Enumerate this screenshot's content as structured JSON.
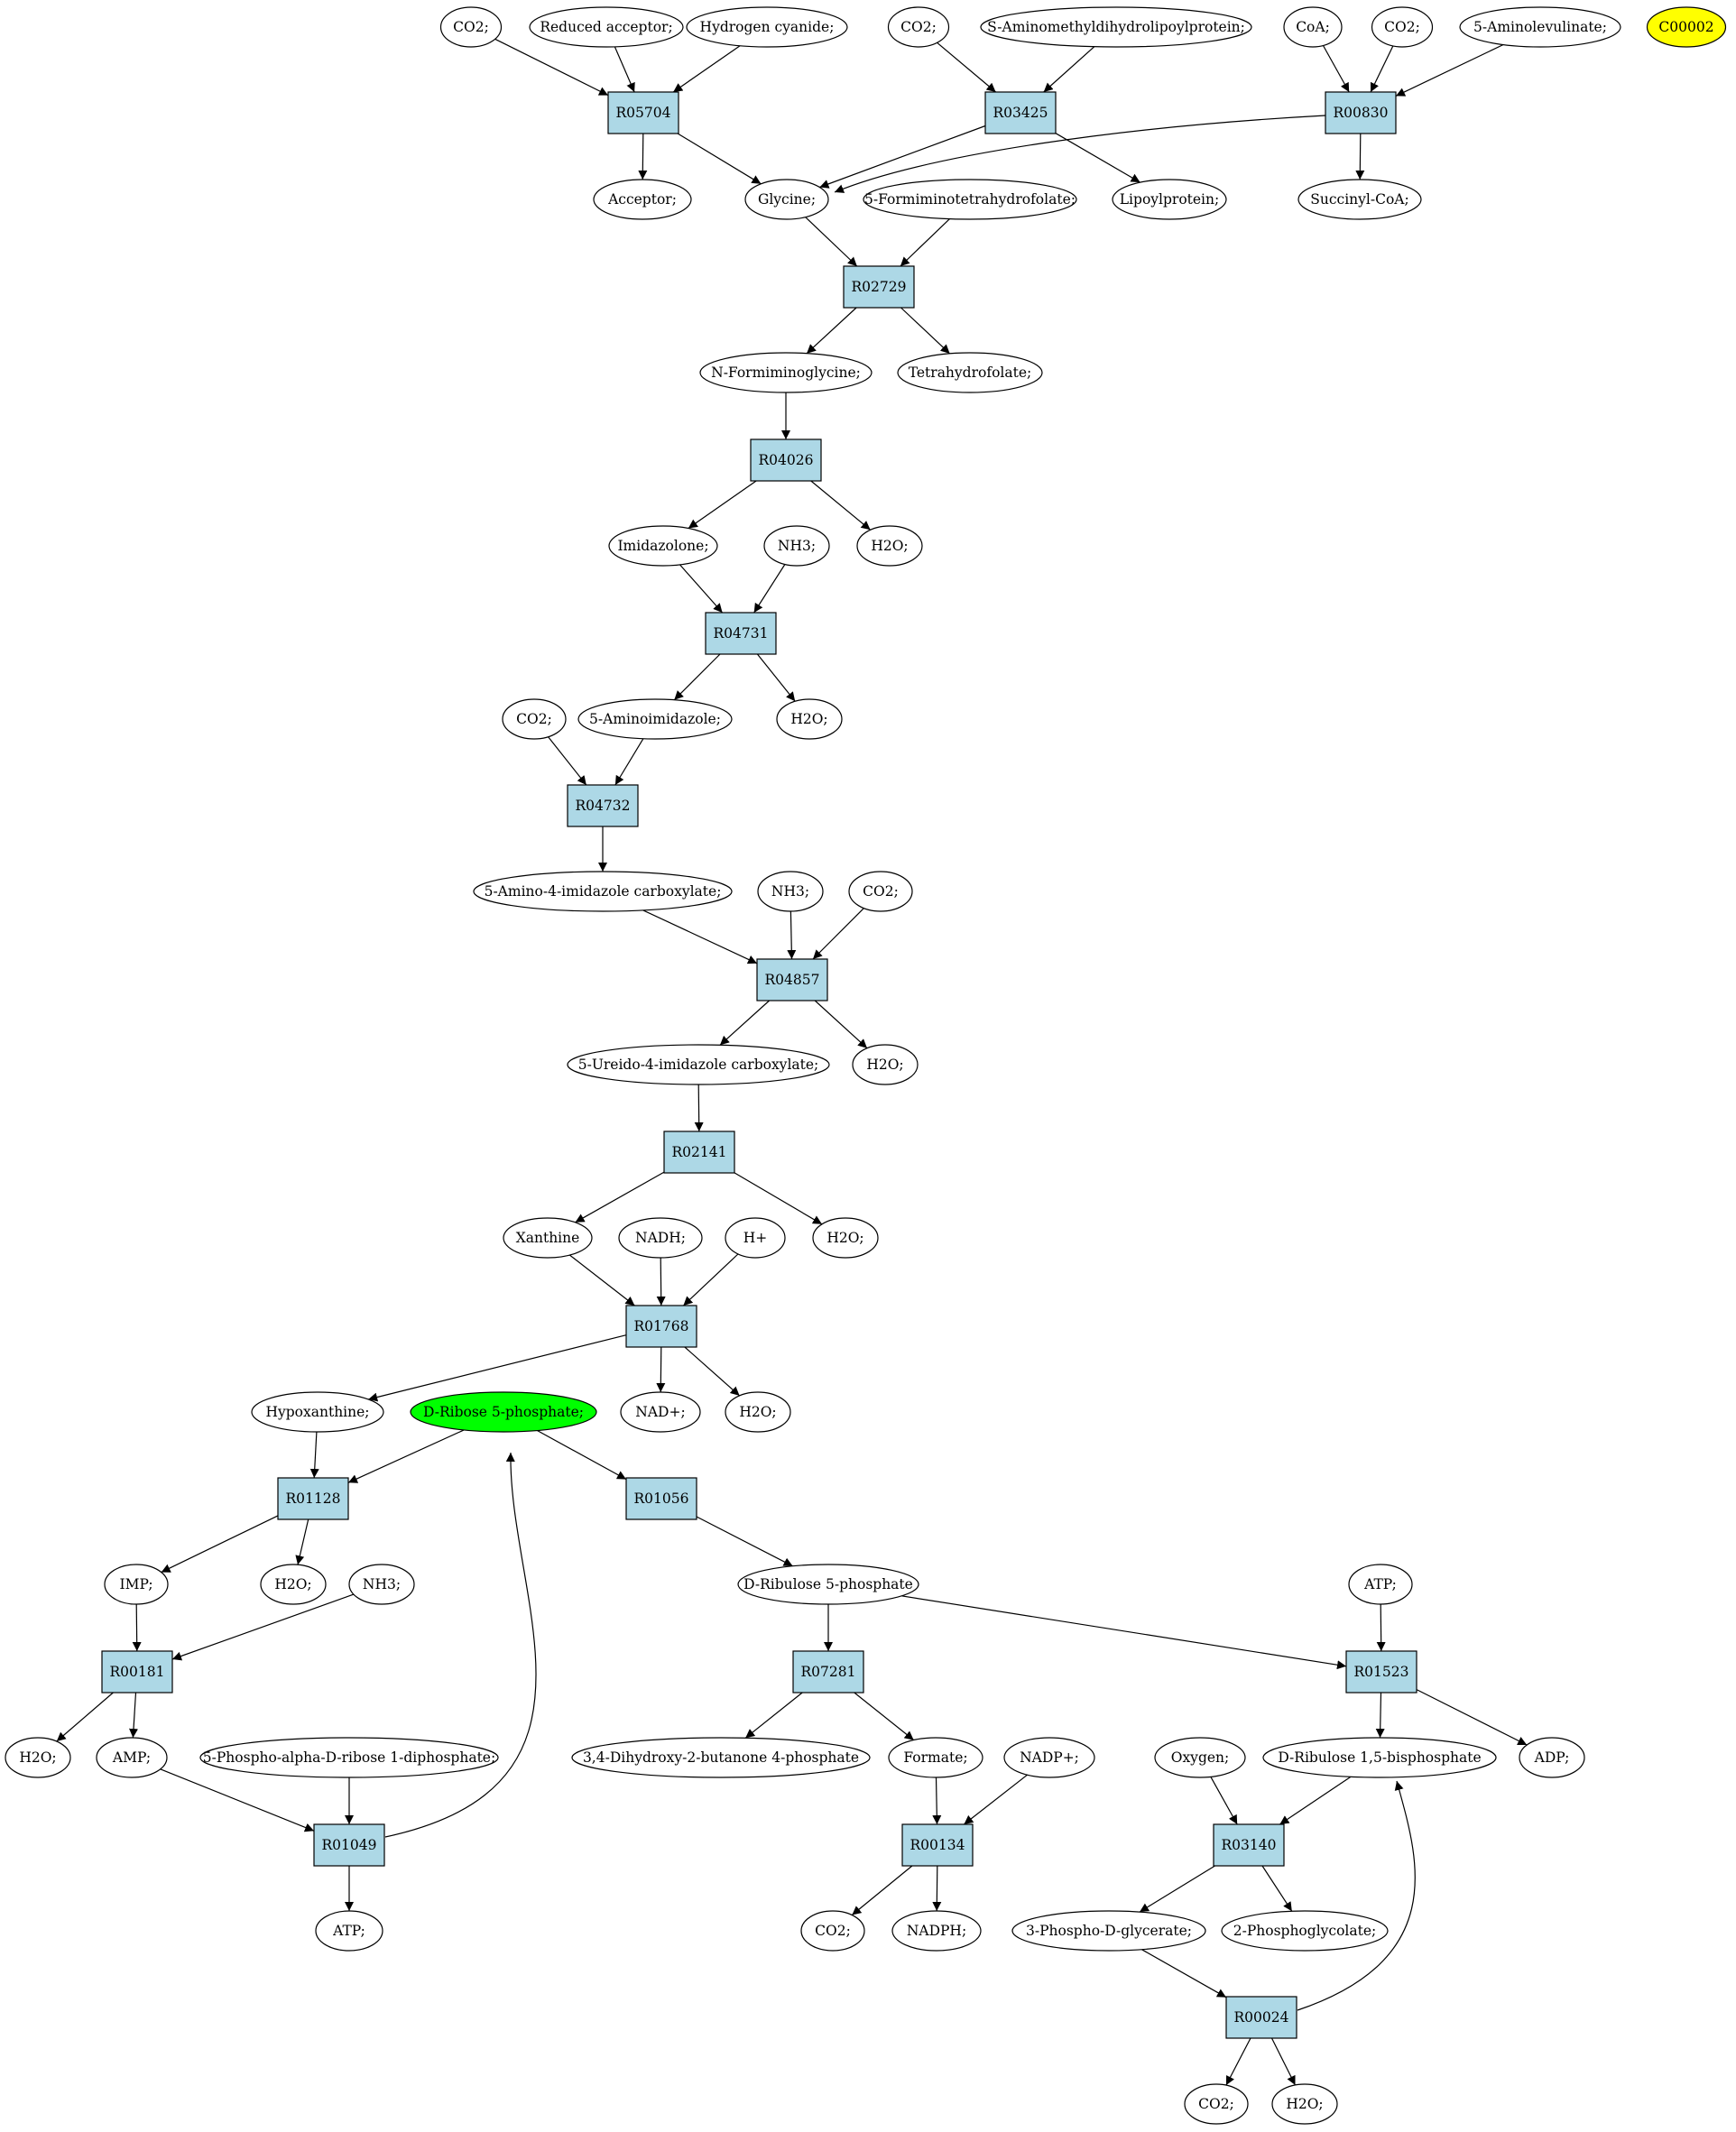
{
  "colors": {
    "reaction_fill": "#add8e6",
    "compound_fill": "#ffffff",
    "highlight_start": "#00ff00",
    "highlight_target": "#ffff00",
    "stroke": "#000000"
  },
  "reactions": [
    {
      "id": "R05704",
      "label": "R05704"
    },
    {
      "id": "R03425",
      "label": "R03425"
    },
    {
      "id": "R00830",
      "label": "R00830"
    },
    {
      "id": "R02729",
      "label": "R02729"
    },
    {
      "id": "R04026",
      "label": "R04026"
    },
    {
      "id": "R04731",
      "label": "R04731"
    },
    {
      "id": "R04732",
      "label": "R04732"
    },
    {
      "id": "R04857",
      "label": "R04857"
    },
    {
      "id": "R02141",
      "label": "R02141"
    },
    {
      "id": "R01768",
      "label": "R01768"
    },
    {
      "id": "R01128",
      "label": "R01128"
    },
    {
      "id": "R01056",
      "label": "R01056"
    },
    {
      "id": "R00181",
      "label": "R00181"
    },
    {
      "id": "R07281",
      "label": "R07281"
    },
    {
      "id": "R01523",
      "label": "R01523"
    },
    {
      "id": "R01049",
      "label": "R01049"
    },
    {
      "id": "R00134",
      "label": "R00134"
    },
    {
      "id": "R03140",
      "label": "R03140"
    },
    {
      "id": "R00024",
      "label": "R00024"
    }
  ],
  "compounds": [
    {
      "id": "c_co2_a",
      "label": "CO2;"
    },
    {
      "id": "c_reduced_acceptor",
      "label": "Reduced acceptor;"
    },
    {
      "id": "c_hcn",
      "label": "Hydrogen cyanide;"
    },
    {
      "id": "c_co2_b",
      "label": "CO2;"
    },
    {
      "id": "c_s_aminomethyl",
      "label": "S-Aminomethyldihydrolipoylprotein;"
    },
    {
      "id": "c_coa",
      "label": "CoA;"
    },
    {
      "id": "c_co2_c",
      "label": "CO2;"
    },
    {
      "id": "c_5_aminolevulinate",
      "label": "5-Aminolevulinate;"
    },
    {
      "id": "c_c00002",
      "label": "C00002",
      "highlight": "target"
    },
    {
      "id": "c_acceptor",
      "label": "Acceptor;"
    },
    {
      "id": "c_glycine",
      "label": "Glycine;"
    },
    {
      "id": "c_5_formiminothf",
      "label": "5-Formiminotetrahydrofolate;"
    },
    {
      "id": "c_lipoylprotein",
      "label": "Lipoylprotein;"
    },
    {
      "id": "c_succinyl_coa",
      "label": "Succinyl-CoA;"
    },
    {
      "id": "c_n_formiminoglycine",
      "label": "N-Formiminoglycine;"
    },
    {
      "id": "c_thf",
      "label": "Tetrahydrofolate;"
    },
    {
      "id": "c_imidazolone",
      "label": "Imidazolone;"
    },
    {
      "id": "c_nh3_a",
      "label": "NH3;"
    },
    {
      "id": "c_h2o_a",
      "label": "H2O;"
    },
    {
      "id": "c_co2_d",
      "label": "CO2;"
    },
    {
      "id": "c_5_aminoimidazole",
      "label": "5-Aminoimidazole;"
    },
    {
      "id": "c_h2o_b",
      "label": "H2O;"
    },
    {
      "id": "c_5_amino_4_imidazole",
      "label": "5-Amino-4-imidazole carboxylate;"
    },
    {
      "id": "c_nh3_b",
      "label": "NH3;"
    },
    {
      "id": "c_co2_e",
      "label": "CO2;"
    },
    {
      "id": "c_5_ureido",
      "label": "5-Ureido-4-imidazole carboxylate;"
    },
    {
      "id": "c_h2o_c",
      "label": "H2O;"
    },
    {
      "id": "c_xanthine",
      "label": "Xanthine"
    },
    {
      "id": "c_nadh",
      "label": "NADH;"
    },
    {
      "id": "c_hplus",
      "label": "H+"
    },
    {
      "id": "c_h2o_d",
      "label": "H2O;"
    },
    {
      "id": "c_hypoxanthine",
      "label": "Hypoxanthine;"
    },
    {
      "id": "c_ribose5p",
      "label": "D-Ribose 5-phosphate;",
      "highlight": "start"
    },
    {
      "id": "c_nadplus_a",
      "label": "NAD+;"
    },
    {
      "id": "c_h2o_e",
      "label": "H2O;"
    },
    {
      "id": "c_imp",
      "label": "IMP;"
    },
    {
      "id": "c_h2o_f",
      "label": "H2O;"
    },
    {
      "id": "c_nh3_c",
      "label": "NH3;"
    },
    {
      "id": "c_ribulose5p",
      "label": "D-Ribulose 5-phosphate"
    },
    {
      "id": "c_atp_a",
      "label": "ATP;"
    },
    {
      "id": "c_h2o_g",
      "label": "H2O;"
    },
    {
      "id": "c_amp",
      "label": "AMP;"
    },
    {
      "id": "c_prpp",
      "label": "5-Phospho-alpha-D-ribose 1-diphosphate;"
    },
    {
      "id": "c_dhbp",
      "label": "3,4-Dihydroxy-2-butanone 4-phosphate"
    },
    {
      "id": "c_formate",
      "label": "Formate;"
    },
    {
      "id": "c_nadpplus",
      "label": "NADP+;"
    },
    {
      "id": "c_oxygen",
      "label": "Oxygen;"
    },
    {
      "id": "c_rubp",
      "label": "D-Ribulose 1,5-bisphosphate"
    },
    {
      "id": "c_adp",
      "label": "ADP;"
    },
    {
      "id": "c_atp_b",
      "label": "ATP;"
    },
    {
      "id": "c_co2_f",
      "label": "CO2;"
    },
    {
      "id": "c_nadph",
      "label": "NADPH;"
    },
    {
      "id": "c_3pg",
      "label": "3-Phospho-D-glycerate;"
    },
    {
      "id": "c_2pglycolate",
      "label": "2-Phosphoglycolate;"
    },
    {
      "id": "c_co2_g",
      "label": "CO2;"
    },
    {
      "id": "c_h2o_h",
      "label": "H2O;"
    }
  ],
  "edges": [
    [
      "c_co2_a",
      "R05704"
    ],
    [
      "c_reduced_acceptor",
      "R05704"
    ],
    [
      "c_hcn",
      "R05704"
    ],
    [
      "R05704",
      "c_acceptor"
    ],
    [
      "R05704",
      "c_glycine"
    ],
    [
      "c_co2_b",
      "R03425"
    ],
    [
      "c_s_aminomethyl",
      "R03425"
    ],
    [
      "R03425",
      "c_glycine"
    ],
    [
      "R03425",
      "c_lipoylprotein"
    ],
    [
      "c_coa",
      "R00830"
    ],
    [
      "c_co2_c",
      "R00830"
    ],
    [
      "c_5_aminolevulinate",
      "R00830"
    ],
    [
      "R00830",
      "c_glycine"
    ],
    [
      "R00830",
      "c_succinyl_coa"
    ],
    [
      "c_glycine",
      "R02729"
    ],
    [
      "c_5_formiminothf",
      "R02729"
    ],
    [
      "R02729",
      "c_n_formiminoglycine"
    ],
    [
      "R02729",
      "c_thf"
    ],
    [
      "c_n_formiminoglycine",
      "R04026"
    ],
    [
      "R04026",
      "c_imidazolone"
    ],
    [
      "R04026",
      "c_h2o_a"
    ],
    [
      "c_imidazolone",
      "R04731"
    ],
    [
      "c_nh3_a",
      "R04731"
    ],
    [
      "R04731",
      "c_5_aminoimidazole"
    ],
    [
      "R04731",
      "c_h2o_b"
    ],
    [
      "c_co2_d",
      "R04732"
    ],
    [
      "c_5_aminoimidazole",
      "R04732"
    ],
    [
      "R04732",
      "c_5_amino_4_imidazole"
    ],
    [
      "c_5_amino_4_imidazole",
      "R04857"
    ],
    [
      "c_nh3_b",
      "R04857"
    ],
    [
      "c_co2_e",
      "R04857"
    ],
    [
      "R04857",
      "c_5_ureido"
    ],
    [
      "R04857",
      "c_h2o_c"
    ],
    [
      "c_5_ureido",
      "R02141"
    ],
    [
      "R02141",
      "c_xanthine"
    ],
    [
      "R02141",
      "c_h2o_d"
    ],
    [
      "c_xanthine",
      "R01768"
    ],
    [
      "c_nadh",
      "R01768"
    ],
    [
      "c_hplus",
      "R01768"
    ],
    [
      "R01768",
      "c_hypoxanthine"
    ],
    [
      "R01768",
      "c_nadplus_a"
    ],
    [
      "R01768",
      "c_h2o_e"
    ],
    [
      "c_hypoxanthine",
      "R01128"
    ],
    [
      "c_ribose5p",
      "R01128"
    ],
    [
      "R01128",
      "c_imp"
    ],
    [
      "R01128",
      "c_h2o_f"
    ],
    [
      "c_ribose5p",
      "R01056"
    ],
    [
      "R01056",
      "c_ribulose5p"
    ],
    [
      "c_imp",
      "R00181"
    ],
    [
      "c_nh3_c",
      "R00181"
    ],
    [
      "R00181",
      "c_h2o_g"
    ],
    [
      "R00181",
      "c_amp"
    ],
    [
      "c_ribulose5p",
      "R07281"
    ],
    [
      "R07281",
      "c_dhbp"
    ],
    [
      "R07281",
      "c_formate"
    ],
    [
      "c_ribulose5p",
      "R01523"
    ],
    [
      "c_atp_a",
      "R01523"
    ],
    [
      "R01523",
      "c_rubp"
    ],
    [
      "R01523",
      "c_adp"
    ],
    [
      "c_amp",
      "R01049"
    ],
    [
      "c_prpp",
      "R01049"
    ],
    [
      "R01049",
      "c_atp_b"
    ],
    [
      "R01049",
      "c_ribose5p"
    ],
    [
      "c_formate",
      "R00134"
    ],
    [
      "c_nadpplus",
      "R00134"
    ],
    [
      "R00134",
      "c_co2_f"
    ],
    [
      "R00134",
      "c_nadph"
    ],
    [
      "c_oxygen",
      "R03140"
    ],
    [
      "c_rubp",
      "R03140"
    ],
    [
      "R03140",
      "c_3pg"
    ],
    [
      "R03140",
      "c_2pglycolate"
    ],
    [
      "c_3pg",
      "R00024"
    ],
    [
      "R00024",
      "c_co2_g"
    ],
    [
      "R00024",
      "c_h2o_h"
    ],
    [
      "R00024",
      "c_rubp"
    ]
  ]
}
